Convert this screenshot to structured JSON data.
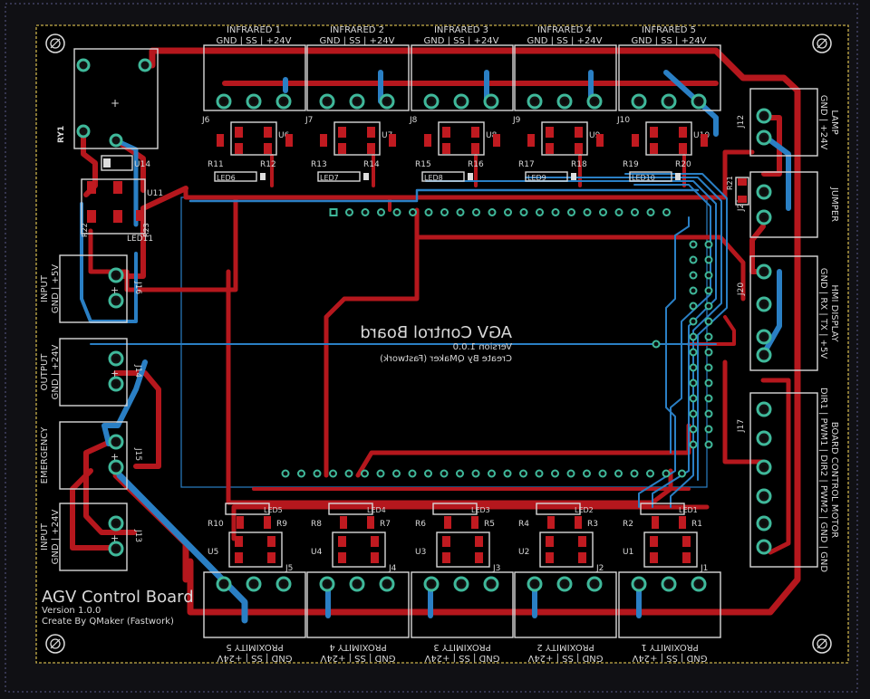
{
  "colors": {
    "background": "#101014",
    "board": "#000000",
    "outline": "#c8b04a",
    "top_copper": "#b5171d",
    "bottom_copper": "#2a7fc4",
    "pads": "#3fb89a",
    "silkscreen": "#d8d8d8"
  },
  "board": {
    "title": "AGV Control Board",
    "version": "Version 1.0.0",
    "creator": "Create By QMaker (Fastwork)",
    "mirrored_title": "AGV Control Board",
    "mirrored_version": "Version 1.0.0",
    "mirrored_creator": "Create By QMaker (Fastwork)"
  },
  "infrared": [
    {
      "title": "INFRARED 1",
      "pins": "GND | SS | +24V",
      "jack": "J6",
      "u": "U6",
      "ra": "R11",
      "rb": "R12",
      "led": "LED6"
    },
    {
      "title": "INFRARED 2",
      "pins": "GND | SS | +24V",
      "jack": "J7",
      "u": "U7",
      "ra": "R13",
      "rb": "R14",
      "led": "LED7"
    },
    {
      "title": "INFRARED 3",
      "pins": "GND | SS | +24V",
      "jack": "J8",
      "u": "U8",
      "ra": "R15",
      "rb": "R16",
      "led": "LED8"
    },
    {
      "title": "INFRARED 4",
      "pins": "GND | SS | +24V",
      "jack": "J9",
      "u": "U9",
      "ra": "R17",
      "rb": "R18",
      "led": "LED9"
    },
    {
      "title": "INFRARED 5",
      "pins": "GND | SS | +24V",
      "jack": "J10",
      "u": "U10",
      "ra": "R19",
      "rb": "R20",
      "led": "LED10"
    }
  ],
  "proximity": [
    {
      "title": "PROXIMITY 5",
      "pins": "GND | SS | +24V",
      "jack": "J5",
      "u": "U5",
      "ra": "R10",
      "rb": "R9",
      "led": "LED5"
    },
    {
      "title": "PROXIMITY 4",
      "pins": "GND | SS | +24V",
      "jack": "J4",
      "u": "U4",
      "ra": "R8",
      "rb": "R7",
      "led": "LED4"
    },
    {
      "title": "PROXIMITY 3",
      "pins": "GND | SS | +24V",
      "jack": "J3",
      "u": "U3",
      "ra": "R6",
      "rb": "R5",
      "led": "LED3"
    },
    {
      "title": "PROXIMITY 2",
      "pins": "GND | SS | +24V",
      "jack": "J2",
      "u": "U2",
      "ra": "R4",
      "rb": "R3",
      "led": "LED2"
    },
    {
      "title": "PROXIMITY 1",
      "pins": "GND | SS | +24V",
      "jack": "J1",
      "u": "U1",
      "ra": "R2",
      "rb": "R1",
      "led": "LED1"
    }
  ],
  "left_connectors": [
    {
      "title": "INPUT",
      "pins": "GND | +5V",
      "jack": "J16"
    },
    {
      "title": "OUTPUT",
      "pins": "GND | +24V",
      "jack": "J14"
    },
    {
      "title": "EMERGENCY",
      "pins": "",
      "jack": "J15"
    },
    {
      "title": "INPUT",
      "pins": "GND | +24V",
      "jack": "J13"
    }
  ],
  "right_connectors": [
    {
      "title": "LAMP",
      "pins": "GND | +24V",
      "jack": "J12"
    },
    {
      "title": "JUMPER",
      "pins": "",
      "jack": "J21"
    },
    {
      "title": "HMI DISPLAY",
      "pins": "GND | RX | TX | +5V",
      "jack": "J20"
    },
    {
      "title": "BOARD CONTROL MOTOR",
      "pins": "DIR1 | PWM1 | DIR2 | PWM2 | GND | GND",
      "jack": "J17"
    }
  ],
  "misc_labels": {
    "relay": "RY1",
    "u11": "U11",
    "u14": "U14",
    "r21": "R21",
    "r22": "R22",
    "r23": "R23",
    "led11": "LED11",
    "diode_mark": "+"
  }
}
